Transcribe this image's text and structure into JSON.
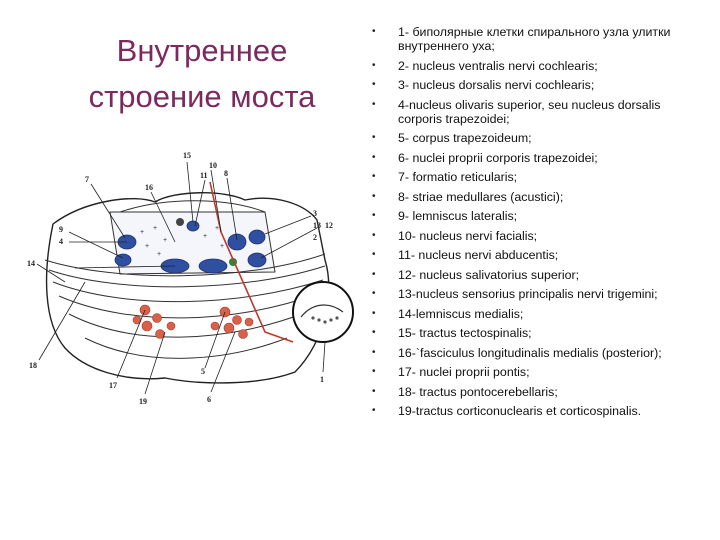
{
  "title": {
    "line1": "Внутреннее",
    "line2": "строение моста"
  },
  "legend": [
    "1- биполярные клетки спирального узла улитки внутреннего уха;",
    " 2- nucleus ventralis nervi cochlearis;",
    "3- nucleus dorsalis nervi cochlearis;",
    "4-nucleus olivaris superior, seu nucleus dorsalis corporis trapezoidei;",
    "5- corpus trapezoideum;",
    "6- nuclei proprii corporis trapezoidei;",
    "7- formatio reticularis;",
    "8- striae medullares (acustici);",
    "9- lemniscus lateralis;",
    "10- nucleus nervi facialis;",
    "11- nucleus nervi abducentis;",
    "12- nucleus salivatorius superior;",
    "13-nucleus sensorius principalis nervi trigemini;",
    "14-lemniscus medialis;",
    "15- tractus tectospinalis;",
    "16-`fasciculus longitudinalis medialis (posterior);",
    "17- nuclei proprii pontis;",
    "18- tractus pontocerebellaris;",
    "19-tractus corticonuclearis et corticospinalis."
  ],
  "diagram_labels": [
    "15",
    "10",
    "7",
    "16",
    "11",
    "8",
    "3",
    "13",
    "12",
    "9",
    "4",
    "2",
    "14",
    "18",
    "17",
    "19",
    "5",
    "6",
    "1"
  ],
  "colors": {
    "title": "#7a2a5e",
    "blue_nucleus": "#2f4fa0",
    "red_nucleus": "#d9604a",
    "red_tract": "#c0392b"
  }
}
